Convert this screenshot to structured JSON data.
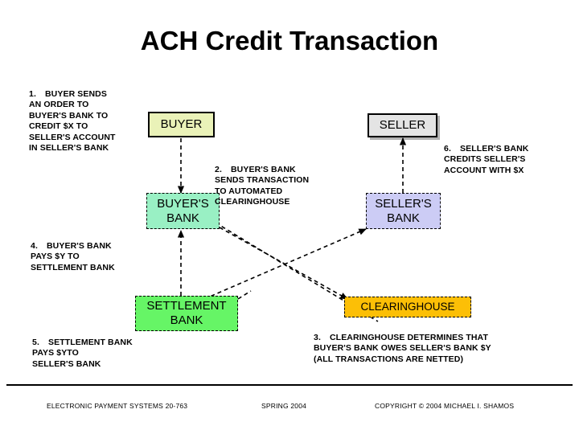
{
  "slide": {
    "title": "ACH Credit Transaction",
    "background_color": "#ffffff"
  },
  "steps": [
    {
      "number": "1.",
      "text": "BUYER SENDS\nAN ORDER TO\nBUYER'S BANK TO\nCREDIT $X TO\nSELLER'S ACCOUNT\nIN SELLER'S BANK"
    },
    {
      "number": "2.",
      "text": "BUYER'S BANK\nSENDS TRANSACTION\nTO AUTOMATED\nCLEARINGHOUSE"
    },
    {
      "number": "3.",
      "text": "CLEARINGHOUSE DETERMINES THAT\nBUYER'S BANK OWES SELLER'S BANK $Y\n(ALL TRANSACTIONS ARE NETTED)"
    },
    {
      "number": "4.",
      "text": "BUYER'S BANK\nPAYS $Y TO\nSETTLEMENT BANK"
    },
    {
      "number": "5.",
      "text": "SETTLEMENT BANK\nPAYS $YTO\nSELLER'S BANK"
    },
    {
      "number": "6.",
      "text": "SELLER'S BANK\nCREDITS SELLER'S\nACCOUNT WITH $X"
    }
  ],
  "boxes": {
    "buyer": {
      "label": "BUYER",
      "fill": "#eaf2b8",
      "border": "#000000"
    },
    "seller": {
      "label": "SELLER",
      "fill": "#e4e4e4",
      "border": "#000000"
    },
    "buyers_bank": {
      "label": "BUYER'S\nBANK",
      "fill": "#99f0c4",
      "border": "#000000"
    },
    "sellers_bank": {
      "label": "SELLER'S\nBANK",
      "fill": "#ccccf5",
      "border": "#000000"
    },
    "settlement_bank": {
      "label": "SETTLEMENT\nBANK",
      "fill": "#66f566",
      "border": "#000000"
    },
    "clearinghouse": {
      "label": "CLEARINGHOUSE",
      "fill": "#fcbf06",
      "border": "#000000"
    }
  },
  "footer": {
    "course": "ELECTRONIC PAYMENT SYSTEMS 20-763",
    "term": "SPRING 2004",
    "copyright": "COPYRIGHT © 2004 MICHAEL I. SHAMOS"
  }
}
